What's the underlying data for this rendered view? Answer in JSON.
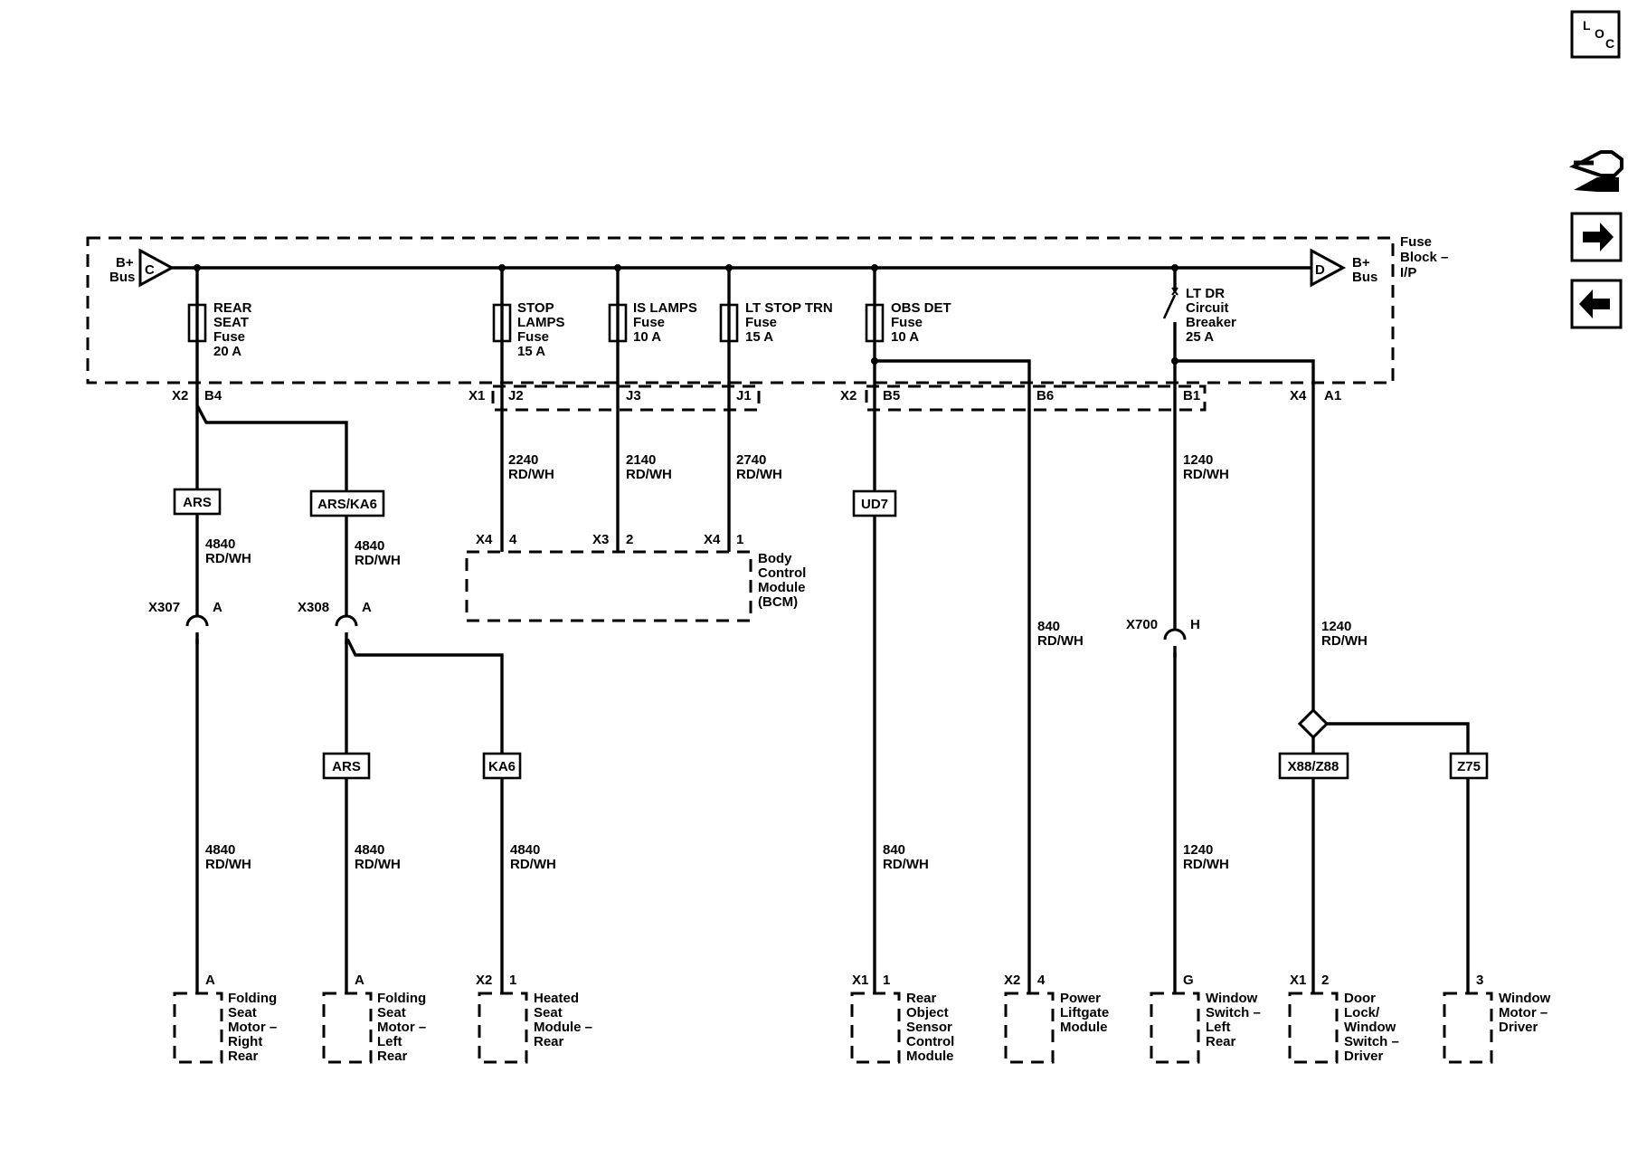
{
  "nav": {
    "loc": {
      "l": "L",
      "o": "O",
      "c": "C"
    }
  },
  "fuse_block": {
    "label_1": "Fuse",
    "label_2": "Block –",
    "label_3": "I/P"
  },
  "bus_left": {
    "letter": "C",
    "line1": "B+",
    "line2": "Bus"
  },
  "bus_right": {
    "letter": "D",
    "line1": "B+",
    "line2": "Bus"
  },
  "fuses": {
    "rear_seat": [
      "REAR",
      "SEAT",
      "Fuse",
      "20 A"
    ],
    "stop_lamps": [
      "STOP",
      "LAMPS",
      "Fuse",
      "15 A"
    ],
    "is_lamps": [
      "IS LAMPS",
      "Fuse",
      "10 A"
    ],
    "lt_stop_trn": [
      "LT STOP TRN",
      "Fuse",
      "15 A"
    ],
    "obs_det": [
      "OBS DET",
      "Fuse",
      "10 A"
    ],
    "lt_dr": [
      "LT DR",
      "Circuit",
      "Breaker",
      "25 A"
    ]
  },
  "pins": {
    "x2a": "X2",
    "b4": "B4",
    "x1a": "X1",
    "j2": "J2",
    "j3": "J3",
    "j1": "J1",
    "x2b": "X2",
    "b5": "B5",
    "b6": "B6",
    "b1": "B1",
    "x4a": "X4",
    "a1": "A1"
  },
  "options": {
    "ars1": "ARS",
    "ars_ka6": "ARS/KA6",
    "ud7": "UD7",
    "ars2": "ARS",
    "ka6": "KA6",
    "x88_z88": "X88/Z88",
    "z75": "Z75"
  },
  "wires": {
    "w2240": [
      "2240",
      "RD/WH"
    ],
    "w2140": [
      "2140",
      "RD/WH"
    ],
    "w2740": [
      "2740",
      "RD/WH"
    ],
    "w1240a": [
      "1240",
      "RD/WH"
    ],
    "w4840a": [
      "4840",
      "RD/WH"
    ],
    "w4840b": [
      "4840",
      "RD/WH"
    ],
    "w840a": [
      "840",
      "RD/WH"
    ],
    "w1240b": [
      "1240",
      "RD/WH"
    ],
    "w4840c": [
      "4840",
      "RD/WH"
    ],
    "w4840d": [
      "4840",
      "RD/WH"
    ],
    "w4840e": [
      "4840",
      "RD/WH"
    ],
    "w840b": [
      "840",
      "RD/WH"
    ],
    "w1240c": [
      "1240",
      "RD/WH"
    ]
  },
  "bcm": {
    "pins": {
      "x4a": "X4",
      "p4": "4",
      "x3": "X3",
      "p2": "2",
      "x4b": "X4",
      "p1": "1"
    },
    "label": [
      "Body",
      "Control",
      "Module",
      "(BCM)"
    ]
  },
  "inline_connectors": {
    "x307": {
      "name": "X307",
      "pin": "A"
    },
    "x308": {
      "name": "X308",
      "pin": "A"
    },
    "x700": {
      "name": "X700",
      "pin": "H"
    }
  },
  "components": {
    "c1": {
      "conn": "",
      "pin": "A",
      "label": [
        "Folding",
        "Seat",
        "Motor –",
        "Right",
        "Rear"
      ]
    },
    "c2": {
      "conn": "",
      "pin": "A",
      "label": [
        "Folding",
        "Seat",
        "Motor –",
        "Left",
        "Rear"
      ]
    },
    "c3": {
      "conn": "X2",
      "pin": "1",
      "label": [
        "Heated",
        "Seat",
        "Module –",
        "Rear"
      ]
    },
    "c4": {
      "conn": "X1",
      "pin": "1",
      "label": [
        "Rear",
        "Object",
        "Sensor",
        "Control",
        "Module"
      ]
    },
    "c5": {
      "conn": "X2",
      "pin": "4",
      "label": [
        "Power",
        "Liftgate",
        "Module"
      ]
    },
    "c6": {
      "conn": "",
      "pin": "G",
      "label": [
        "Window",
        "Switch –",
        "Left",
        "Rear"
      ]
    },
    "c7": {
      "conn": "X1",
      "pin": "2",
      "label": [
        "Door",
        "Lock/",
        "Window",
        "Switch –",
        "Driver"
      ]
    },
    "c8": {
      "conn": "",
      "pin": "3",
      "label": [
        "Window",
        "Motor –",
        "Driver"
      ]
    }
  }
}
